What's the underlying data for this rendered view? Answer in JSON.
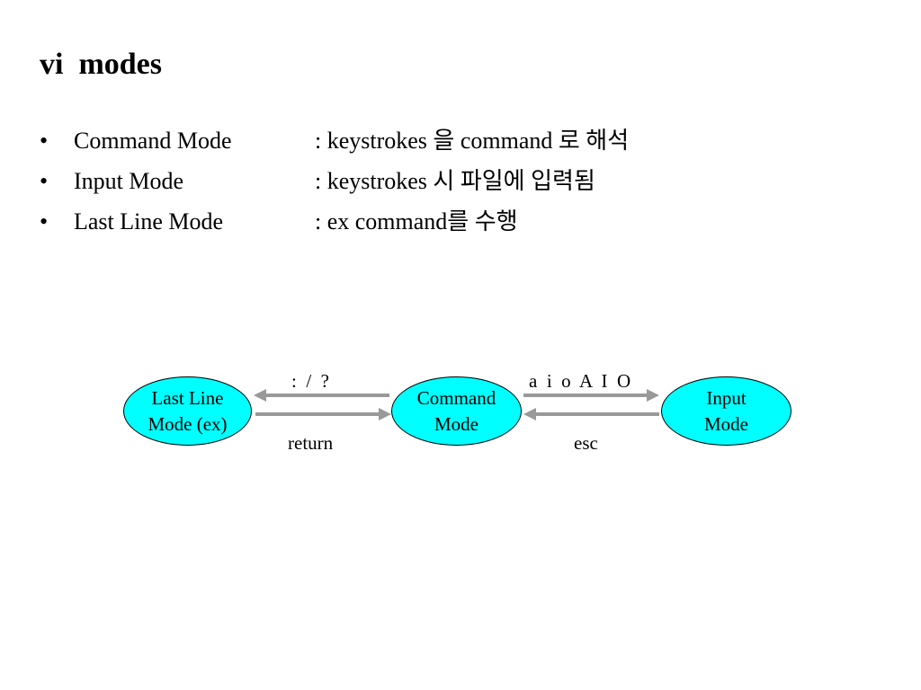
{
  "slide": {
    "title": "vi  modes"
  },
  "bullets": [
    {
      "marker": "•",
      "term": "Command Mode",
      "description": ": keystrokes 을 command 로 해석"
    },
    {
      "marker": "•",
      "term": "Input Mode",
      "description": ": keystrokes 시 파일에 입력됨"
    },
    {
      "marker": "•",
      "term": "Last Line Mode",
      "description": ": ex command를 수행"
    }
  ],
  "diagram": {
    "node_fill": "#00ffff",
    "arrow_color": "#999999",
    "nodes": {
      "last_line": {
        "line1": "Last Line",
        "line2": "Mode (ex)"
      },
      "command": {
        "line1": "Command",
        "line2": "Mode"
      },
      "input": {
        "line1": "Input",
        "line2": "Mode"
      }
    },
    "edges": {
      "command_to_last_line": ":  /  ?",
      "last_line_to_command": "return",
      "command_to_input": "a  i  o  A  I  O",
      "input_to_command": "esc"
    }
  }
}
